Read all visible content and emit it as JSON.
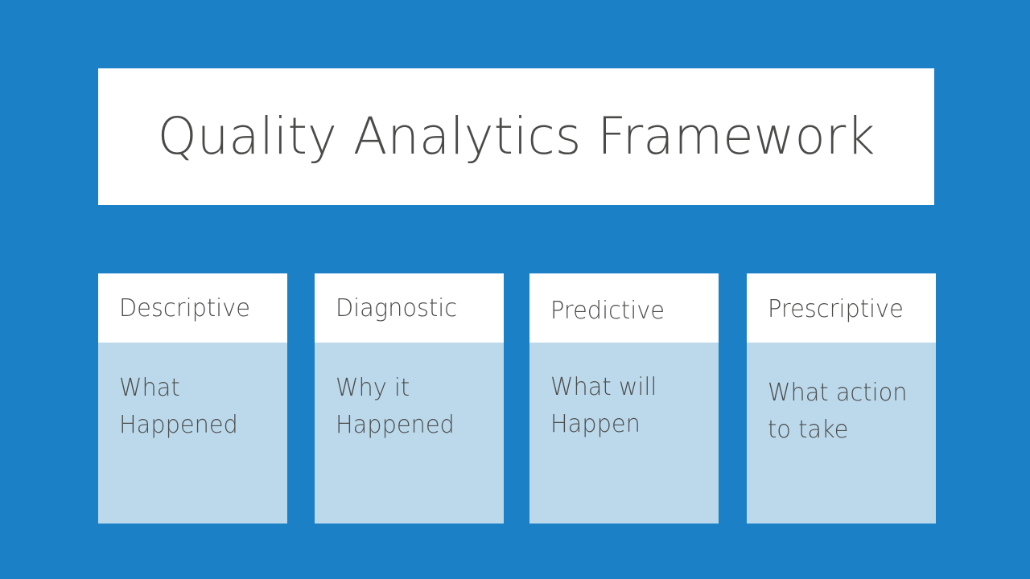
{
  "slide": {
    "background_color": "#1b80c6",
    "title_banner_color": "#ffffff",
    "text_color": "#4a4a48",
    "card_header_color": "#ffffff",
    "card_body_color": "#bcd9ec"
  },
  "title": {
    "text": "Quality Analytics Framework"
  },
  "cards": [
    {
      "header": "Descriptive",
      "body": "What\nHappened"
    },
    {
      "header": "Diagnostic",
      "body": "Why it\nHappened"
    },
    {
      "header": "Predictive",
      "body": "What will\nHappen"
    },
    {
      "header": "Prescriptive",
      "body": "What action\nto take"
    }
  ]
}
